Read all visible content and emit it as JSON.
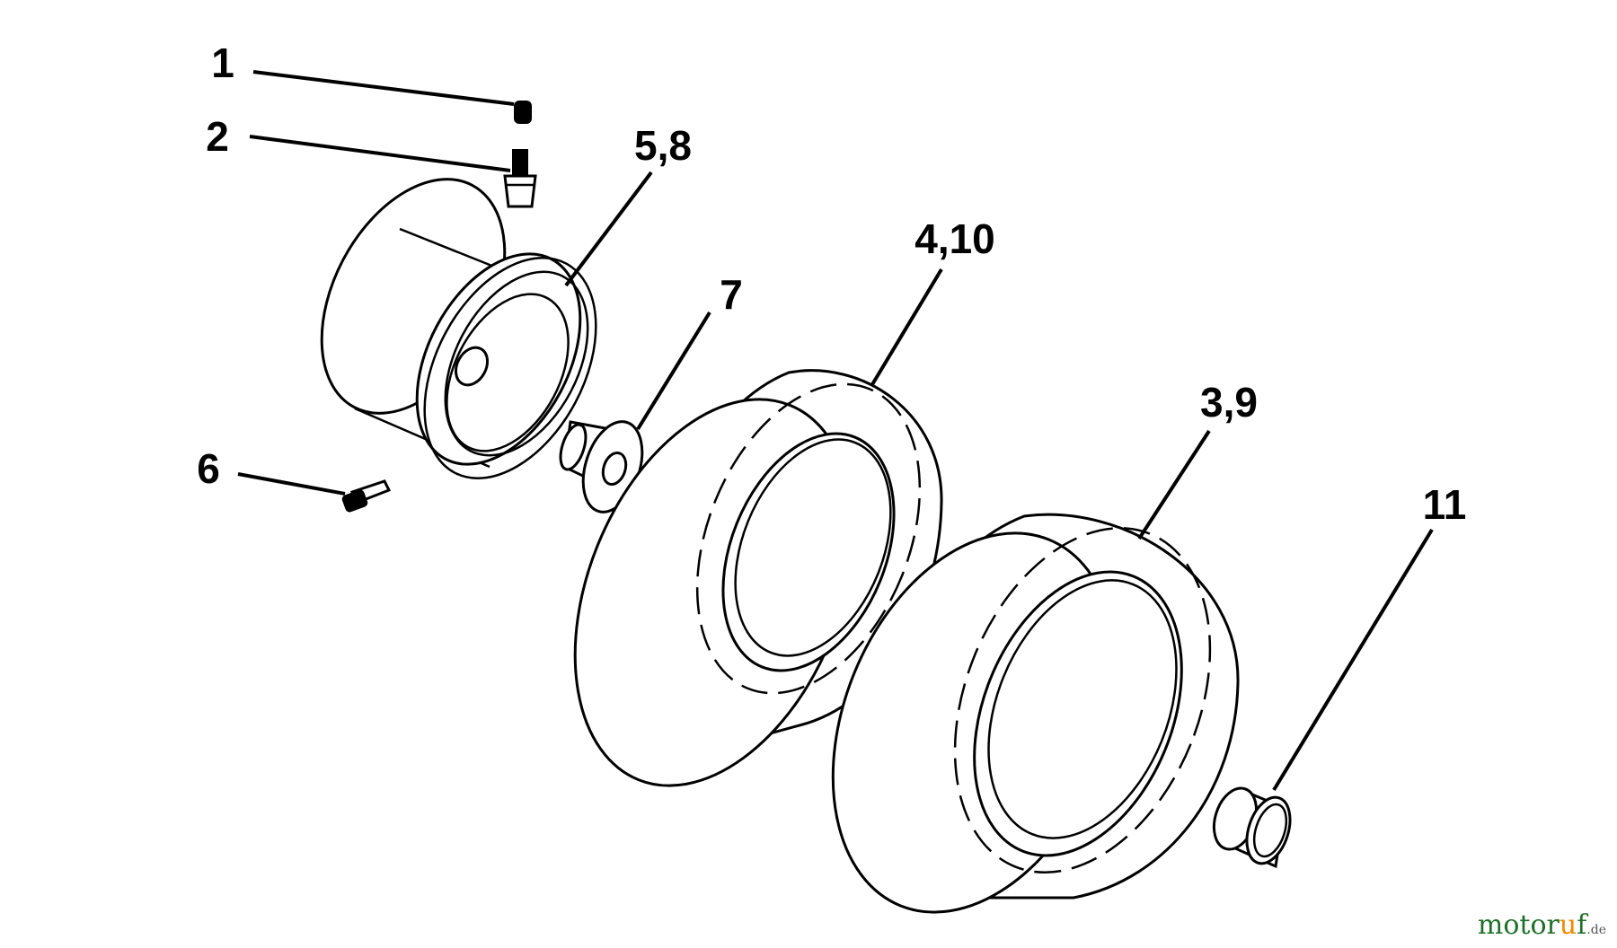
{
  "callouts": [
    {
      "id": "c1",
      "text": "1"
    },
    {
      "id": "c2",
      "text": "2"
    },
    {
      "id": "c58",
      "text": "5,8"
    },
    {
      "id": "c410",
      "text": "4,10"
    },
    {
      "id": "c7",
      "text": "7"
    },
    {
      "id": "c39",
      "text": "3,9"
    },
    {
      "id": "c6",
      "text": "6"
    },
    {
      "id": "c11",
      "text": "11"
    }
  ],
  "watermark": {
    "main": "motor",
    "accent": "u",
    "end": "f",
    "tld": ".de"
  }
}
